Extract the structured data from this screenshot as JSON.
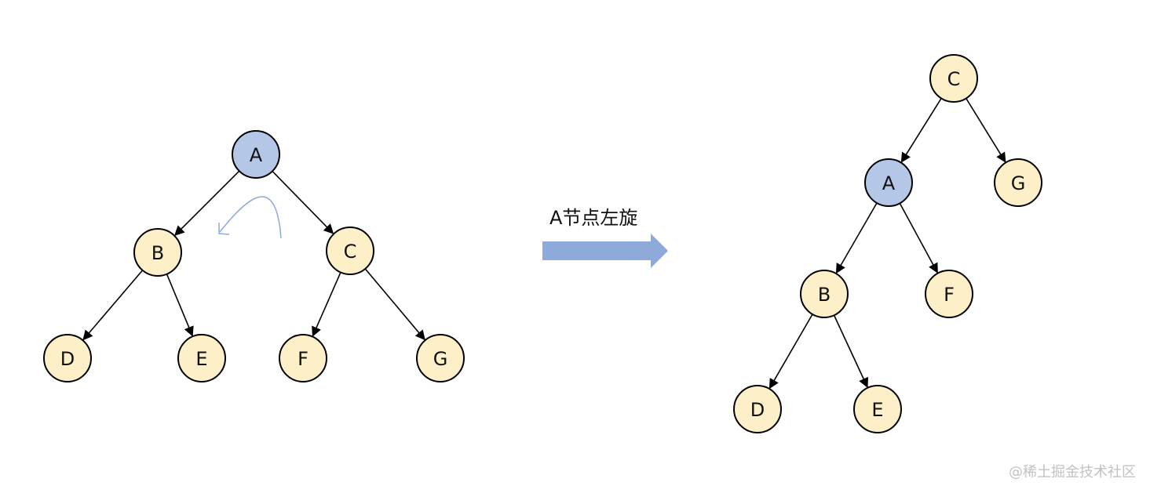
{
  "operation_label": "A节点左旋",
  "watermark": "@稀土掘金技术社区",
  "colors": {
    "node_fill": "#fdf0c8",
    "highlight_fill": "#b4c7e7",
    "stroke": "#000000",
    "arrow_fill": "#8eaadb",
    "rotation_arc": "#8eaadb"
  },
  "before_tree": {
    "nodes": [
      {
        "id": "A",
        "label": "A",
        "highlight": true
      },
      {
        "id": "B",
        "label": "B"
      },
      {
        "id": "C",
        "label": "C"
      },
      {
        "id": "D",
        "label": "D"
      },
      {
        "id": "E",
        "label": "E"
      },
      {
        "id": "F",
        "label": "F"
      },
      {
        "id": "G",
        "label": "G"
      }
    ],
    "edges": [
      {
        "from": "A",
        "to": "B"
      },
      {
        "from": "A",
        "to": "C"
      },
      {
        "from": "B",
        "to": "D"
      },
      {
        "from": "B",
        "to": "E"
      },
      {
        "from": "C",
        "to": "F"
      },
      {
        "from": "C",
        "to": "G"
      }
    ]
  },
  "after_tree": {
    "nodes": [
      {
        "id": "C",
        "label": "C"
      },
      {
        "id": "A",
        "label": "A",
        "highlight": true
      },
      {
        "id": "G",
        "label": "G"
      },
      {
        "id": "B",
        "label": "B"
      },
      {
        "id": "F",
        "label": "F"
      },
      {
        "id": "D",
        "label": "D"
      },
      {
        "id": "E",
        "label": "E"
      }
    ],
    "edges": [
      {
        "from": "C",
        "to": "A"
      },
      {
        "from": "C",
        "to": "G"
      },
      {
        "from": "A",
        "to": "B"
      },
      {
        "from": "A",
        "to": "F"
      },
      {
        "from": "B",
        "to": "D"
      },
      {
        "from": "B",
        "to": "E"
      }
    ]
  }
}
